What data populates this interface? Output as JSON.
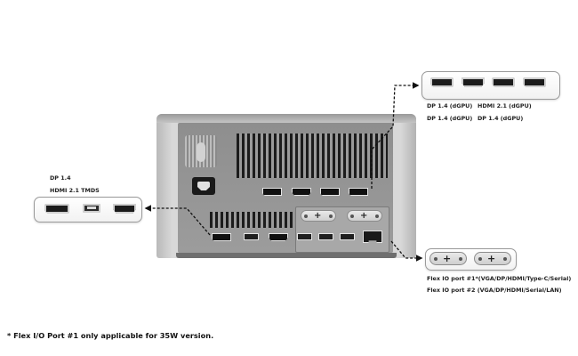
{
  "top_callout": {
    "labels": [
      "DP 1.4 (dGPU)",
      "HDMI 2.1 (dGPU)",
      "DP 1.4 (dGPU)",
      "DP 1.4 (dGPU)"
    ]
  },
  "left_callout": {
    "labels": [
      "DP 1.4",
      "HDMI 2.1 TMDS"
    ]
  },
  "right_callout": {
    "labels": [
      "Flex IO port #1*(VGA/DP/HDMI/Type-C/Serial)",
      "Flex IO port #2 (VGA/DP/HDMI/Serial/LAN)"
    ]
  },
  "footnote": "* Flex I/O Port #1 only applicable for 35W version.",
  "colors": {
    "port_black": "#1b1b1b",
    "chassis": "#cfcfcf",
    "panel": "#9c9c9c",
    "arrow": "#111111"
  },
  "icons": [
    "displayport-icon",
    "hdmi-icon",
    "usb-a-icon",
    "usb-c-icon",
    "lan-icon",
    "power-inlet-icon",
    "flex-io-icon"
  ]
}
